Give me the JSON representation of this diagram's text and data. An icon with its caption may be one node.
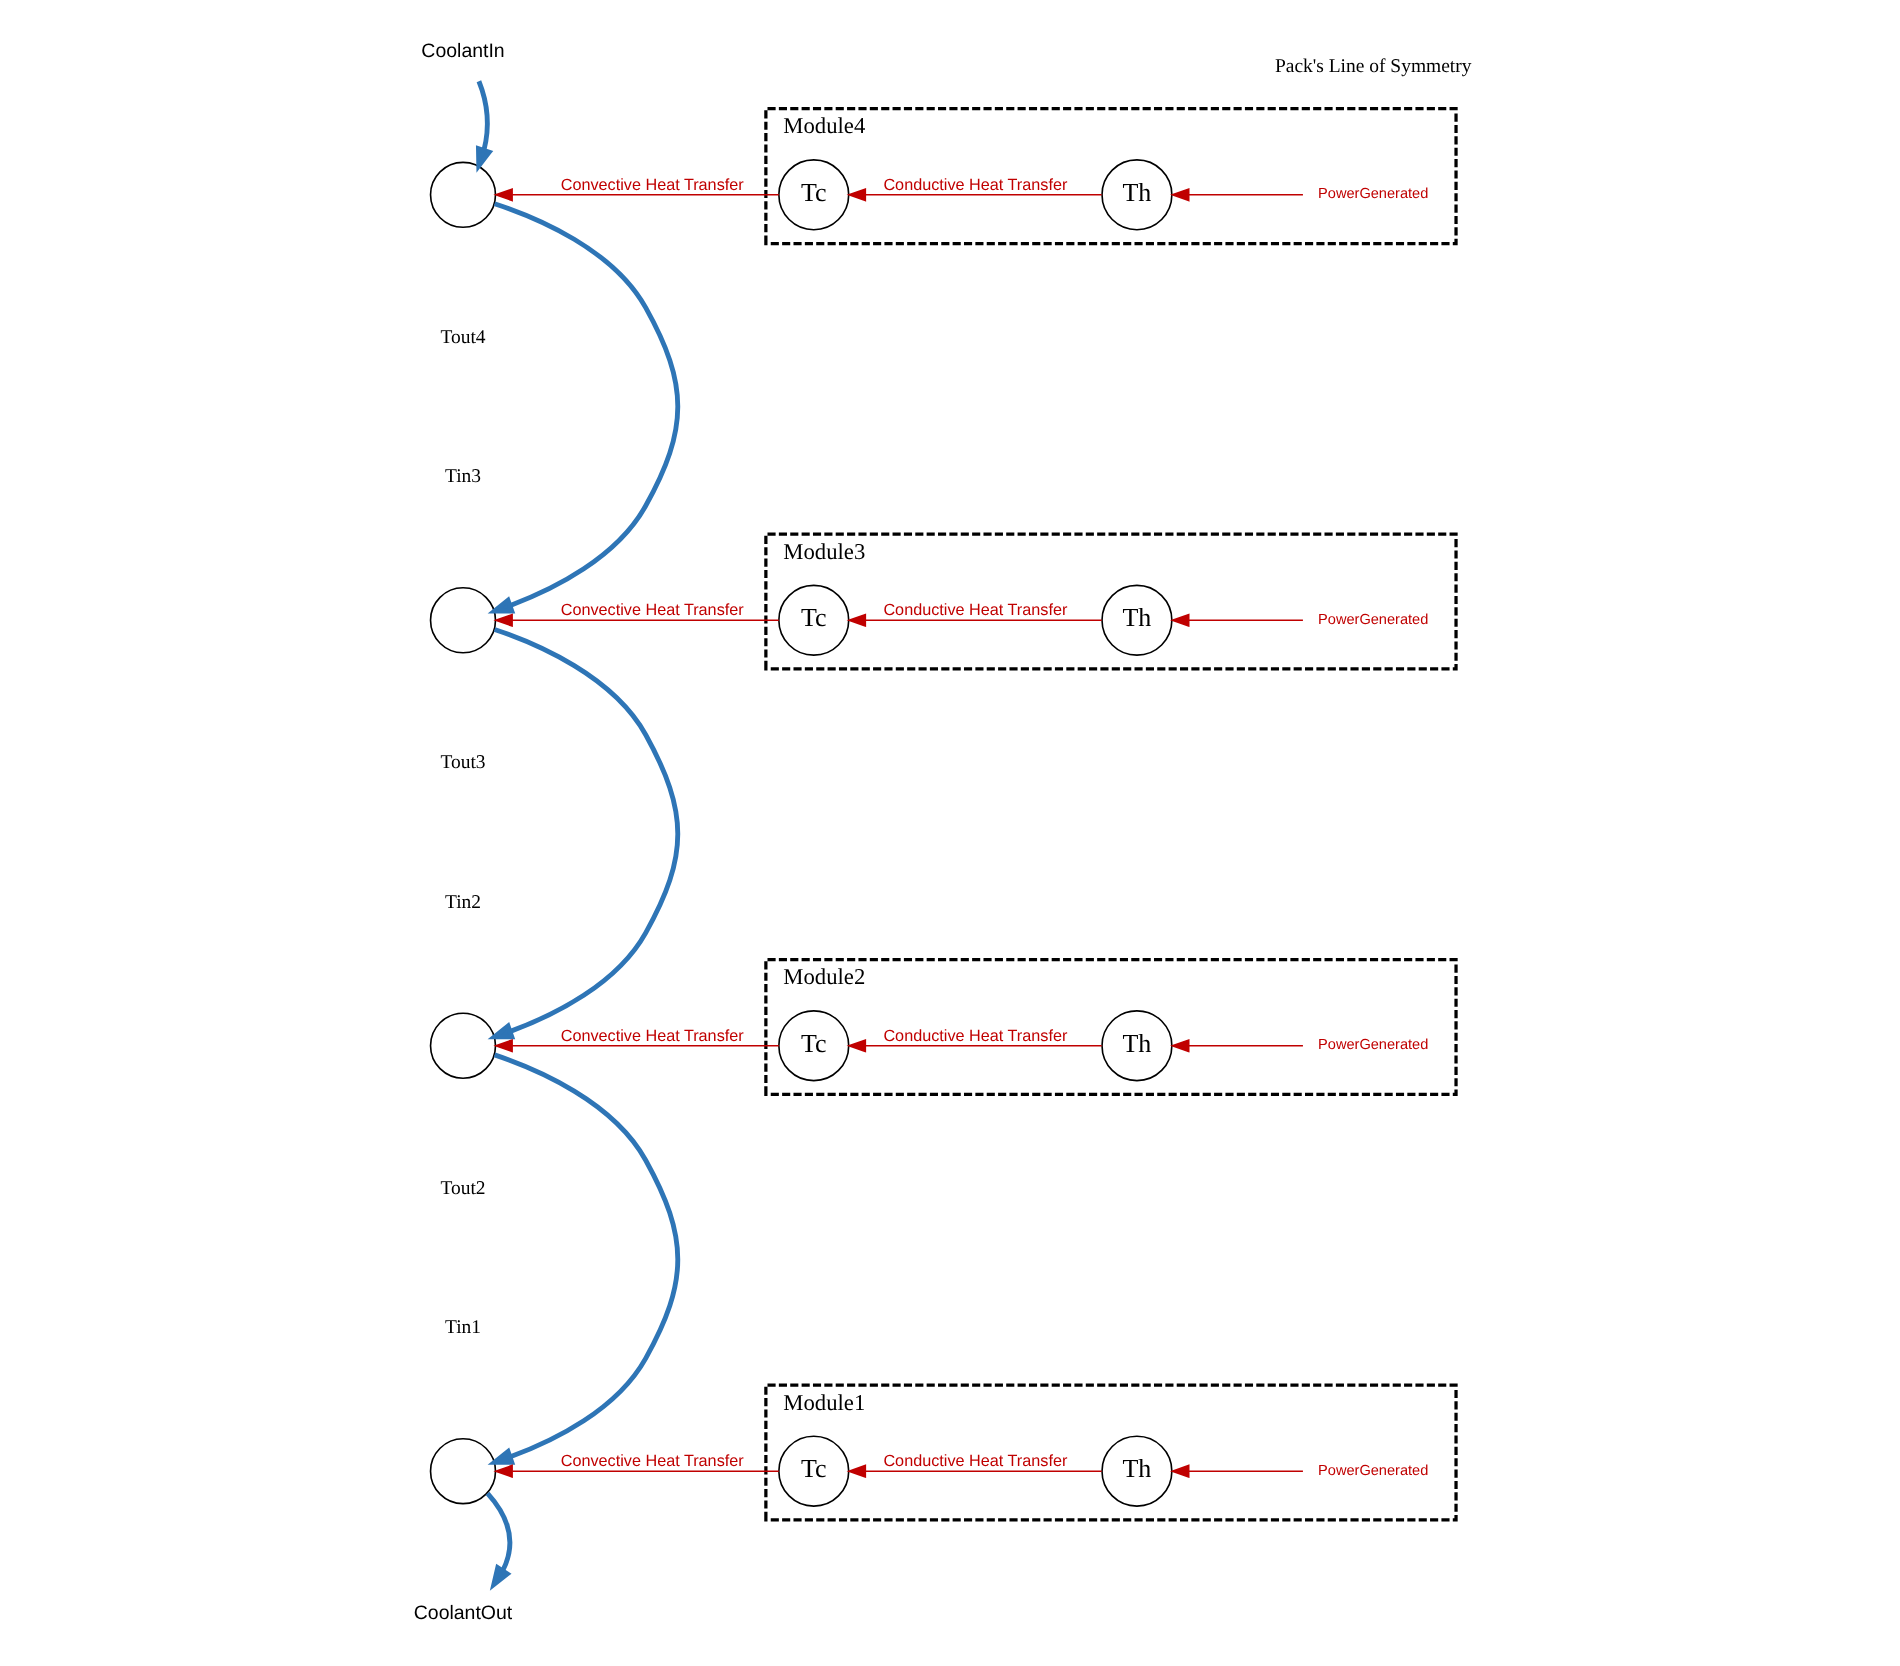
{
  "diagram": {
    "nodes": [
      {
        "text": [
          "CoolantIn"
        ]
      },
      {
        "text": [],
        "shape": "circle"
      },
      {
        "text": [
          "Module4"
        ]
      },
      {
        "text": [
          "Tc"
        ],
        "in": 2
      },
      {
        "text": [
          "Th"
        ],
        "in": 2
      },
      {
        "text": [
          "PowerGenerated"
        ],
        "in": 2
      },
      {
        "text": [],
        "shape": "circle"
      },
      {
        "text": [
          "Module3"
        ]
      },
      {
        "text": [
          "Tc"
        ],
        "in": 7
      },
      {
        "text": [
          "Th"
        ],
        "in": 7
      },
      {
        "text": [
          "PowerGenerated"
        ],
        "in": 7
      },
      {
        "text": [],
        "shape": "circle"
      },
      {
        "text": [
          "Module2"
        ]
      },
      {
        "text": [
          "Tc"
        ],
        "in": 12
      },
      {
        "text": [
          "Th"
        ],
        "in": 12
      },
      {
        "text": [
          "PowerGenerated"
        ],
        "in": 12
      },
      {
        "text": [],
        "shape": "circle"
      },
      {
        "text": [
          "Module1"
        ]
      },
      {
        "text": [
          "Tc"
        ],
        "in": 17
      },
      {
        "text": [
          "Th"
        ],
        "in": 17
      },
      {
        "text": [
          "PowerGenerated"
        ],
        "in": 17
      },
      {
        "text": [
          "CoolantOut"
        ]
      }
    ],
    "edges": [
      {
        "from": 0,
        "to": 1,
        "arrow": "to",
        "style": "thick",
        "color": "#2e75b6"
      },
      {
        "from": 4,
        "to": 3,
        "arrow": "to",
        "label": "Conductive Heat Transfer"
      },
      {
        "from": 3,
        "to": 1,
        "arrow": "to",
        "label": "Convective Heat Transfer"
      },
      {
        "from": 5,
        "to": 4,
        "arrow": "to"
      },
      {
        "from": 1,
        "to": 6,
        "arrow": "to",
        "style": "thick",
        "color": "#2e75b6"
      },
      {
        "from": 9,
        "to": 8,
        "arrow": "to",
        "label": "Conductive Heat Transfer"
      },
      {
        "from": 8,
        "to": 6,
        "arrow": "to",
        "label": "Convective Heat Transfer"
      },
      {
        "from": 10,
        "to": 9,
        "arrow": "to"
      },
      {
        "from": 6,
        "to": 11,
        "arrow": "to",
        "style": "thick",
        "color": "#2e75b6"
      },
      {
        "from": 14,
        "to": 13,
        "arrow": "to",
        "label": "Conductive Heat Transfer"
      },
      {
        "from": 13,
        "to": 11,
        "arrow": "to",
        "label": "Convective Heat Transfer"
      },
      {
        "from": 15,
        "to": 14,
        "arrow": "to"
      },
      {
        "from": 11,
        "to": 16,
        "arrow": "to",
        "style": "thick",
        "color": "#2e75b6"
      },
      {
        "from": 19,
        "to": 18,
        "arrow": "to",
        "label": "Conductive Heat Transfer"
      },
      {
        "from": 18,
        "to": 16,
        "arrow": "to",
        "label": "Convective Heat Transfer"
      },
      {
        "from": 20,
        "to": 19,
        "arrow": "to"
      },
      {
        "from": 16,
        "to": 21,
        "arrow": "to",
        "style": "thick",
        "color": "#2e75b6"
      }
    ],
    "labels": [
      "Pack's Line of Symmetry",
      "Tout4",
      "Tin3",
      "Tout3",
      "Tin2",
      "Tout2",
      "Tin1"
    ]
  }
}
